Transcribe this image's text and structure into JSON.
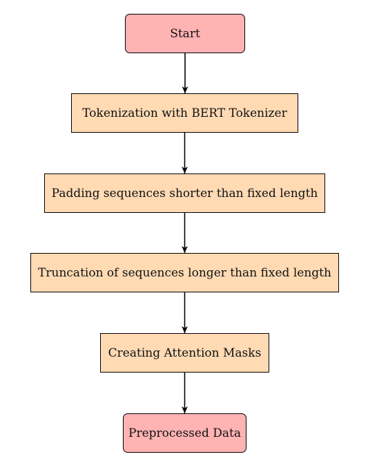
{
  "colors": {
    "terminal_fill": "#ffb3b3",
    "process_fill": "#ffdab3",
    "stroke": "#000000"
  },
  "flowchart": {
    "nodes": [
      {
        "id": "start",
        "label": "Start",
        "kind": "terminal"
      },
      {
        "id": "tokenization",
        "label": "Tokenization with BERT Tokenizer",
        "kind": "process"
      },
      {
        "id": "padding",
        "label": "Padding sequences shorter than fixed length",
        "kind": "process"
      },
      {
        "id": "truncation",
        "label": "Truncation of sequences longer than fixed length",
        "kind": "process"
      },
      {
        "id": "attention-masks",
        "label": "Creating Attention Masks",
        "kind": "process"
      },
      {
        "id": "preprocessed-data",
        "label": "Preprocessed Data",
        "kind": "terminal"
      }
    ],
    "edges": [
      {
        "from": "start",
        "to": "tokenization"
      },
      {
        "from": "tokenization",
        "to": "padding"
      },
      {
        "from": "padding",
        "to": "truncation"
      },
      {
        "from": "truncation",
        "to": "attention-masks"
      },
      {
        "from": "attention-masks",
        "to": "preprocessed-data"
      }
    ]
  }
}
